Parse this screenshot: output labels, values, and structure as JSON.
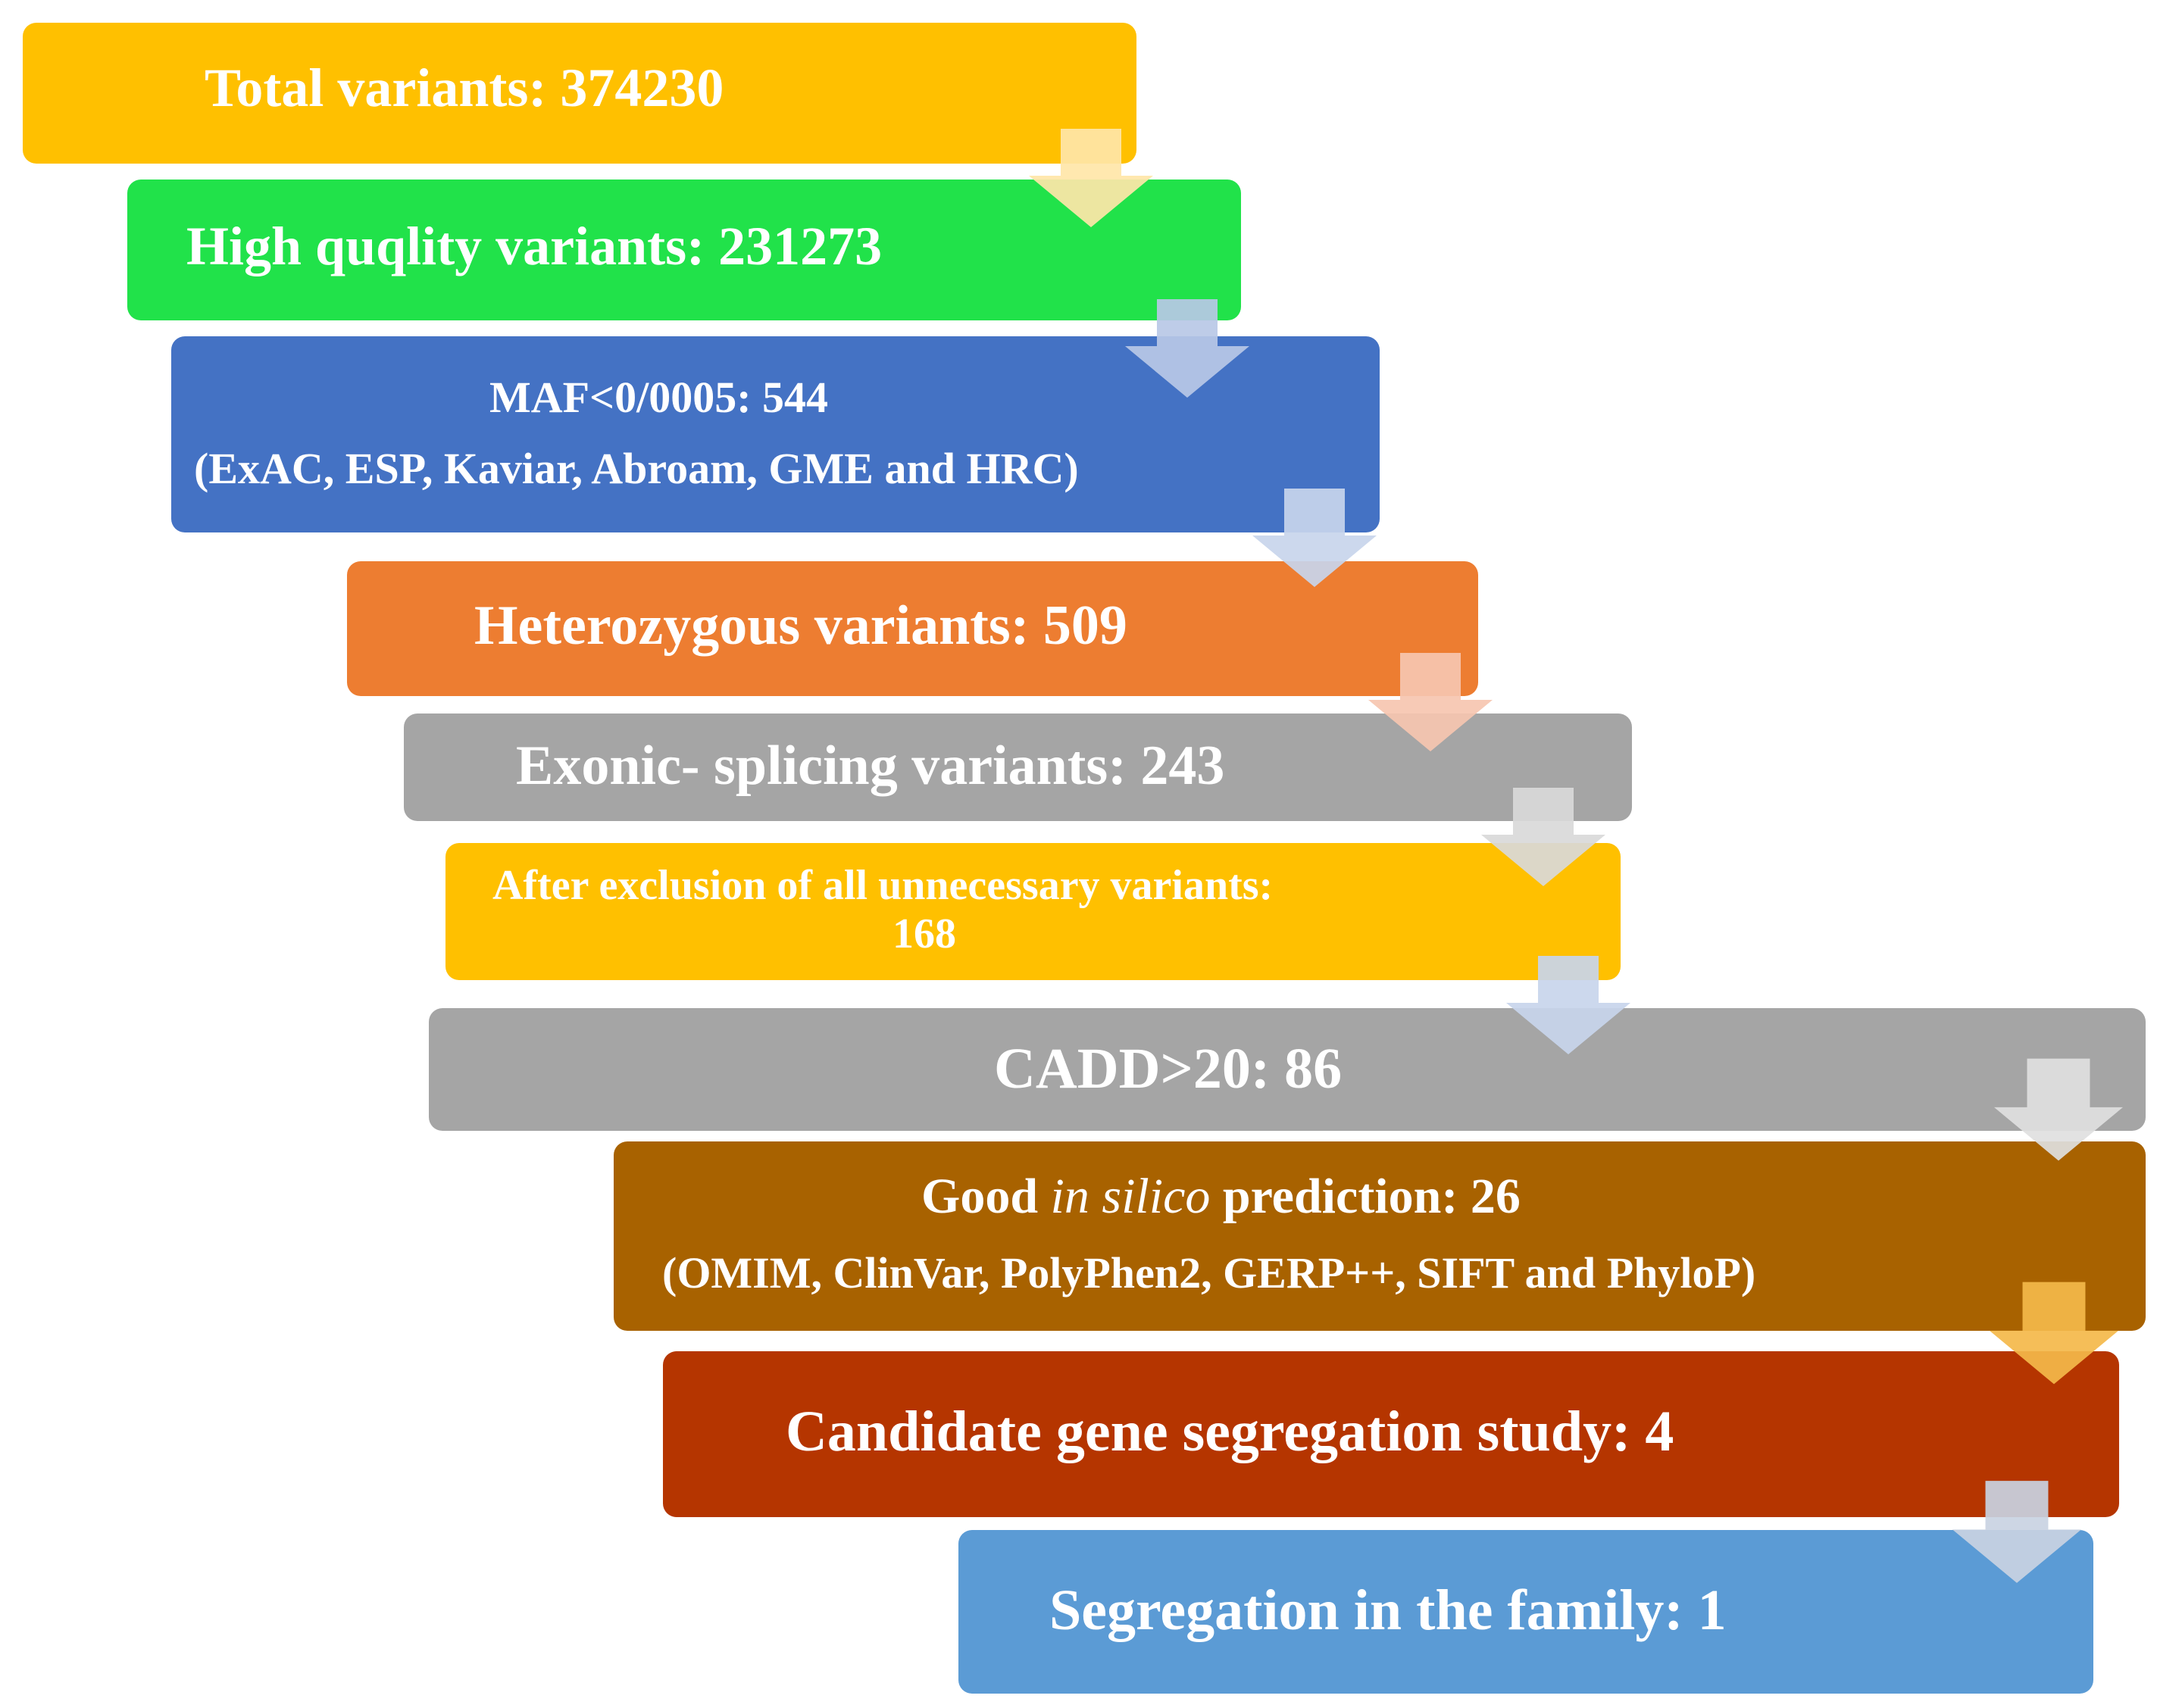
{
  "steps": [
    {
      "label": "Total variants: 374230",
      "color": "#FFC000"
    },
    {
      "label": "High quqlity variants: 231273",
      "color": "#21E24A"
    },
    {
      "label": "MAF<0/0005: 544",
      "sub": "(ExAC, ESP, Kaviar, Abroam, GME and HRC)",
      "color": "#4472C4"
    },
    {
      "label": "Heterozygous variants: 509",
      "color": "#ED7D31"
    },
    {
      "label": "Exonic- splicing variants: 243",
      "color": "#A5A5A5"
    },
    {
      "label": "After exclusion of all unnecessary variants:",
      "label2": "168",
      "color": "#FFC000"
    },
    {
      "label": "CADD>20: 86",
      "color": "#A5A5A5"
    },
    {
      "label_pre": "Good ",
      "label_ital": "in silico",
      "label_post": " prediction: 26",
      "sub": "(OMIM, ClinVar, PolyPhen2, GERP++, SIFT and PhyloP)",
      "color": "#A86200"
    },
    {
      "label": "Candidate gene segregation study: 4",
      "color": "#B53500"
    },
    {
      "label": "Segregation in the family: 1",
      "color": "#5B9BD5"
    }
  ],
  "arrows": [
    {
      "color": "#FFE6A8"
    },
    {
      "color": "#B9C8E6"
    },
    {
      "color": "#C8D5EC"
    },
    {
      "color": "#F6C6B0"
    },
    {
      "color": "#D9D9D9"
    },
    {
      "color": "#C8D5EC"
    },
    {
      "color": "#E0E0E0"
    },
    {
      "color": "#F4B84A"
    },
    {
      "color": "#C9D2E2"
    }
  ]
}
